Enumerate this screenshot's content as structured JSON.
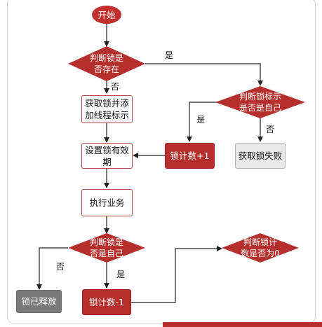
{
  "nodes": {
    "start": "开始",
    "lock_exists": "判断锁是\n否存在",
    "acquire_lock": "获取锁并添\n加线程标示",
    "lock_is_mine_top": "判断锁标示\n是否是自己",
    "set_expiry": "设置锁有效\n期",
    "count_plus_one": "锁计数+1",
    "acquire_failed": "获取锁失败",
    "run_business": "执行业务",
    "lock_is_mine_bottom": "判断锁是\n否是自己",
    "count_is_zero": "判断锁计\n数是否为0",
    "lock_released": "锁已释放",
    "count_minus_one": "锁计数-1"
  },
  "edge_labels": {
    "lock_exists_yes": "是",
    "lock_exists_no": "否",
    "is_mine_top_yes": "是",
    "is_mine_top_no": "否",
    "is_mine_bottom_no": "否",
    "is_mine_bottom_yes": "是"
  },
  "colors": {
    "accent_red": "#b5302d",
    "line": "#222222"
  }
}
